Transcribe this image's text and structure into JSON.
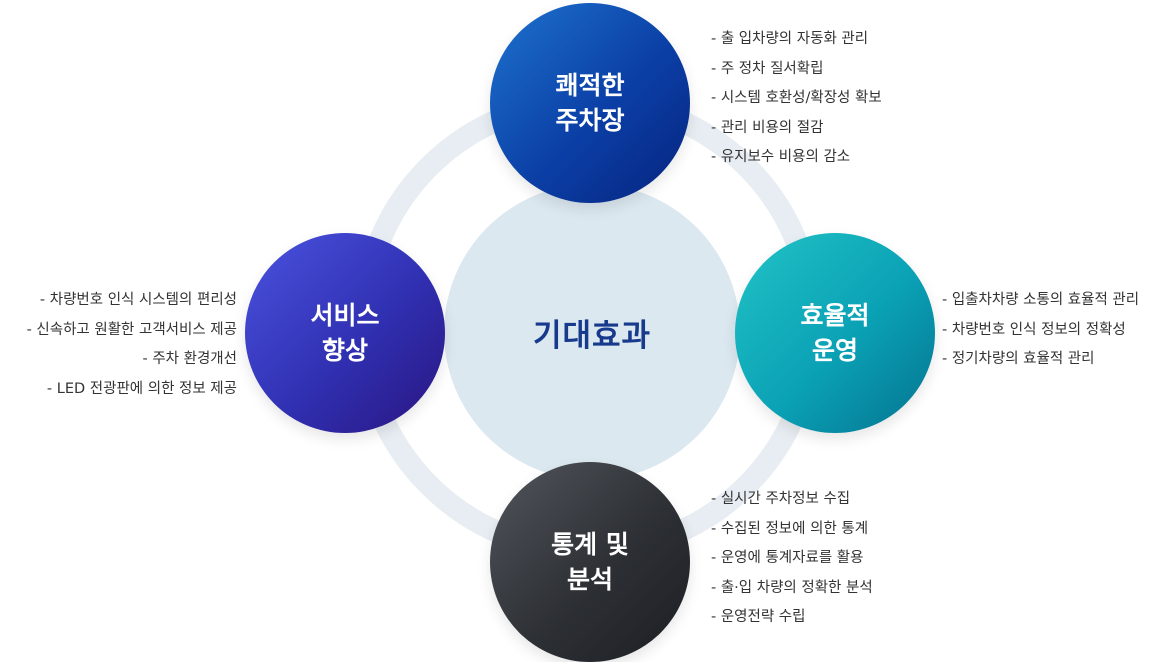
{
  "center": {
    "label": "기대효과"
  },
  "nodes": {
    "top": {
      "label": "쾌적한\n주차장",
      "color": "#0b3fa6"
    },
    "left": {
      "label": "서비스\n향상",
      "color": "#3030b2"
    },
    "right": {
      "label": "효율적\n운영",
      "color": "#0aa1b5"
    },
    "bottom": {
      "label": "통계 및\n분석",
      "color": "#2d3035"
    }
  },
  "lists": {
    "top": [
      "- 출 입차량의 자동화 관리",
      "- 주 정차 질서확립",
      "- 시스템 호환성/확장성 확보",
      "- 관리 비용의 절감",
      "- 유지보수 비용의 감소"
    ],
    "right": [
      "- 입출차차량 소통의 효율적 관리",
      "- 차량번호 인식 정보의 정확성",
      "- 정기차량의 효율적 관리"
    ],
    "bottom": [
      "- 실시간 주차정보 수집",
      "- 수집된 정보에 의한 통계",
      "- 운영에 통계자료를 활용",
      "- 출·입 차량의 정확한 분석",
      "- 운영전략 수립"
    ],
    "left": [
      "- 차량번호 인식 시스템의 편리성",
      "- 신속하고 원활한 고객서비스 제공",
      "- 주차 환경개선",
      "- LED 전광판에 의한 정보 제공"
    ]
  }
}
